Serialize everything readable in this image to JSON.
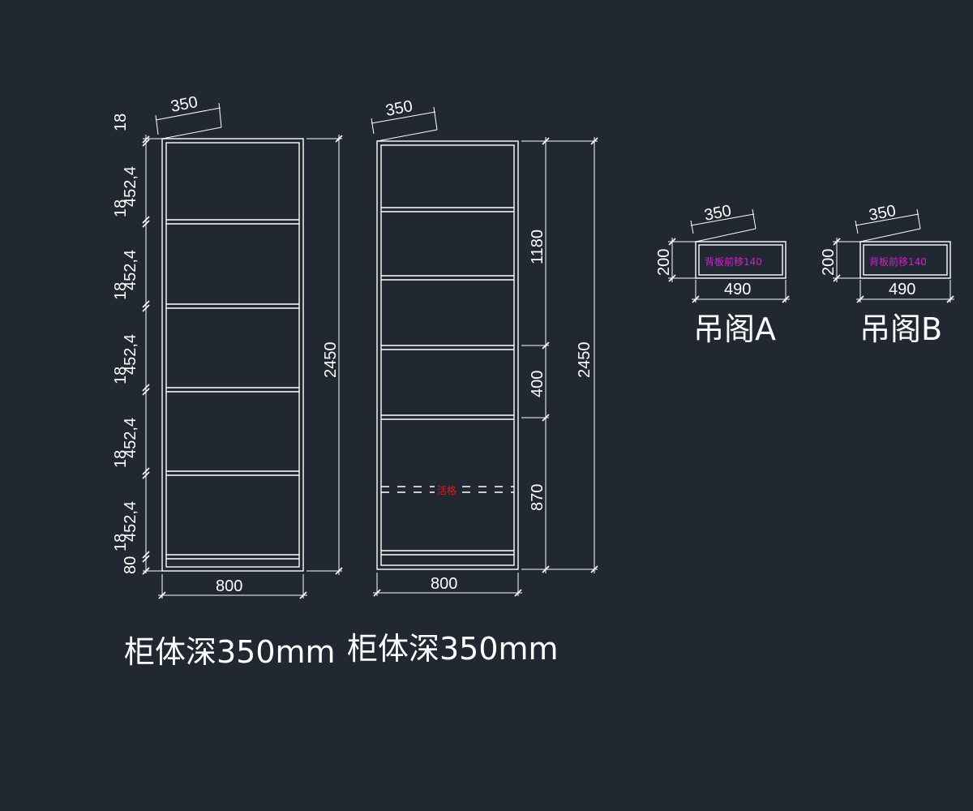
{
  "cabinet_a": {
    "depth_label": "350",
    "height_label": "2450",
    "width_label": "800",
    "left_dims": [
      "18",
      "452,4",
      "18",
      "452,4",
      "18",
      "452,4",
      "18",
      "452,4",
      "18",
      "452,4",
      "18",
      "80"
    ],
    "caption": "柜体深350mm"
  },
  "cabinet_b": {
    "depth_label": "350",
    "height_label": "2450",
    "width_label": "800",
    "seg_upper": "1180",
    "seg_mid": "400",
    "seg_lower": "870",
    "movable_label": "活格",
    "caption": "柜体深350mm"
  },
  "hanging_a": {
    "depth_label": "350",
    "height_label": "200",
    "width_label": "490",
    "note": "背板前移140",
    "title": "吊阁A"
  },
  "hanging_b": {
    "depth_label": "350",
    "height_label": "200",
    "width_label": "490",
    "note": "背板前移140",
    "title": "吊阁B"
  },
  "colors": {
    "background": "#222831",
    "lines": "#ffffff",
    "note": "#d020d0",
    "movable": "#e01818"
  }
}
